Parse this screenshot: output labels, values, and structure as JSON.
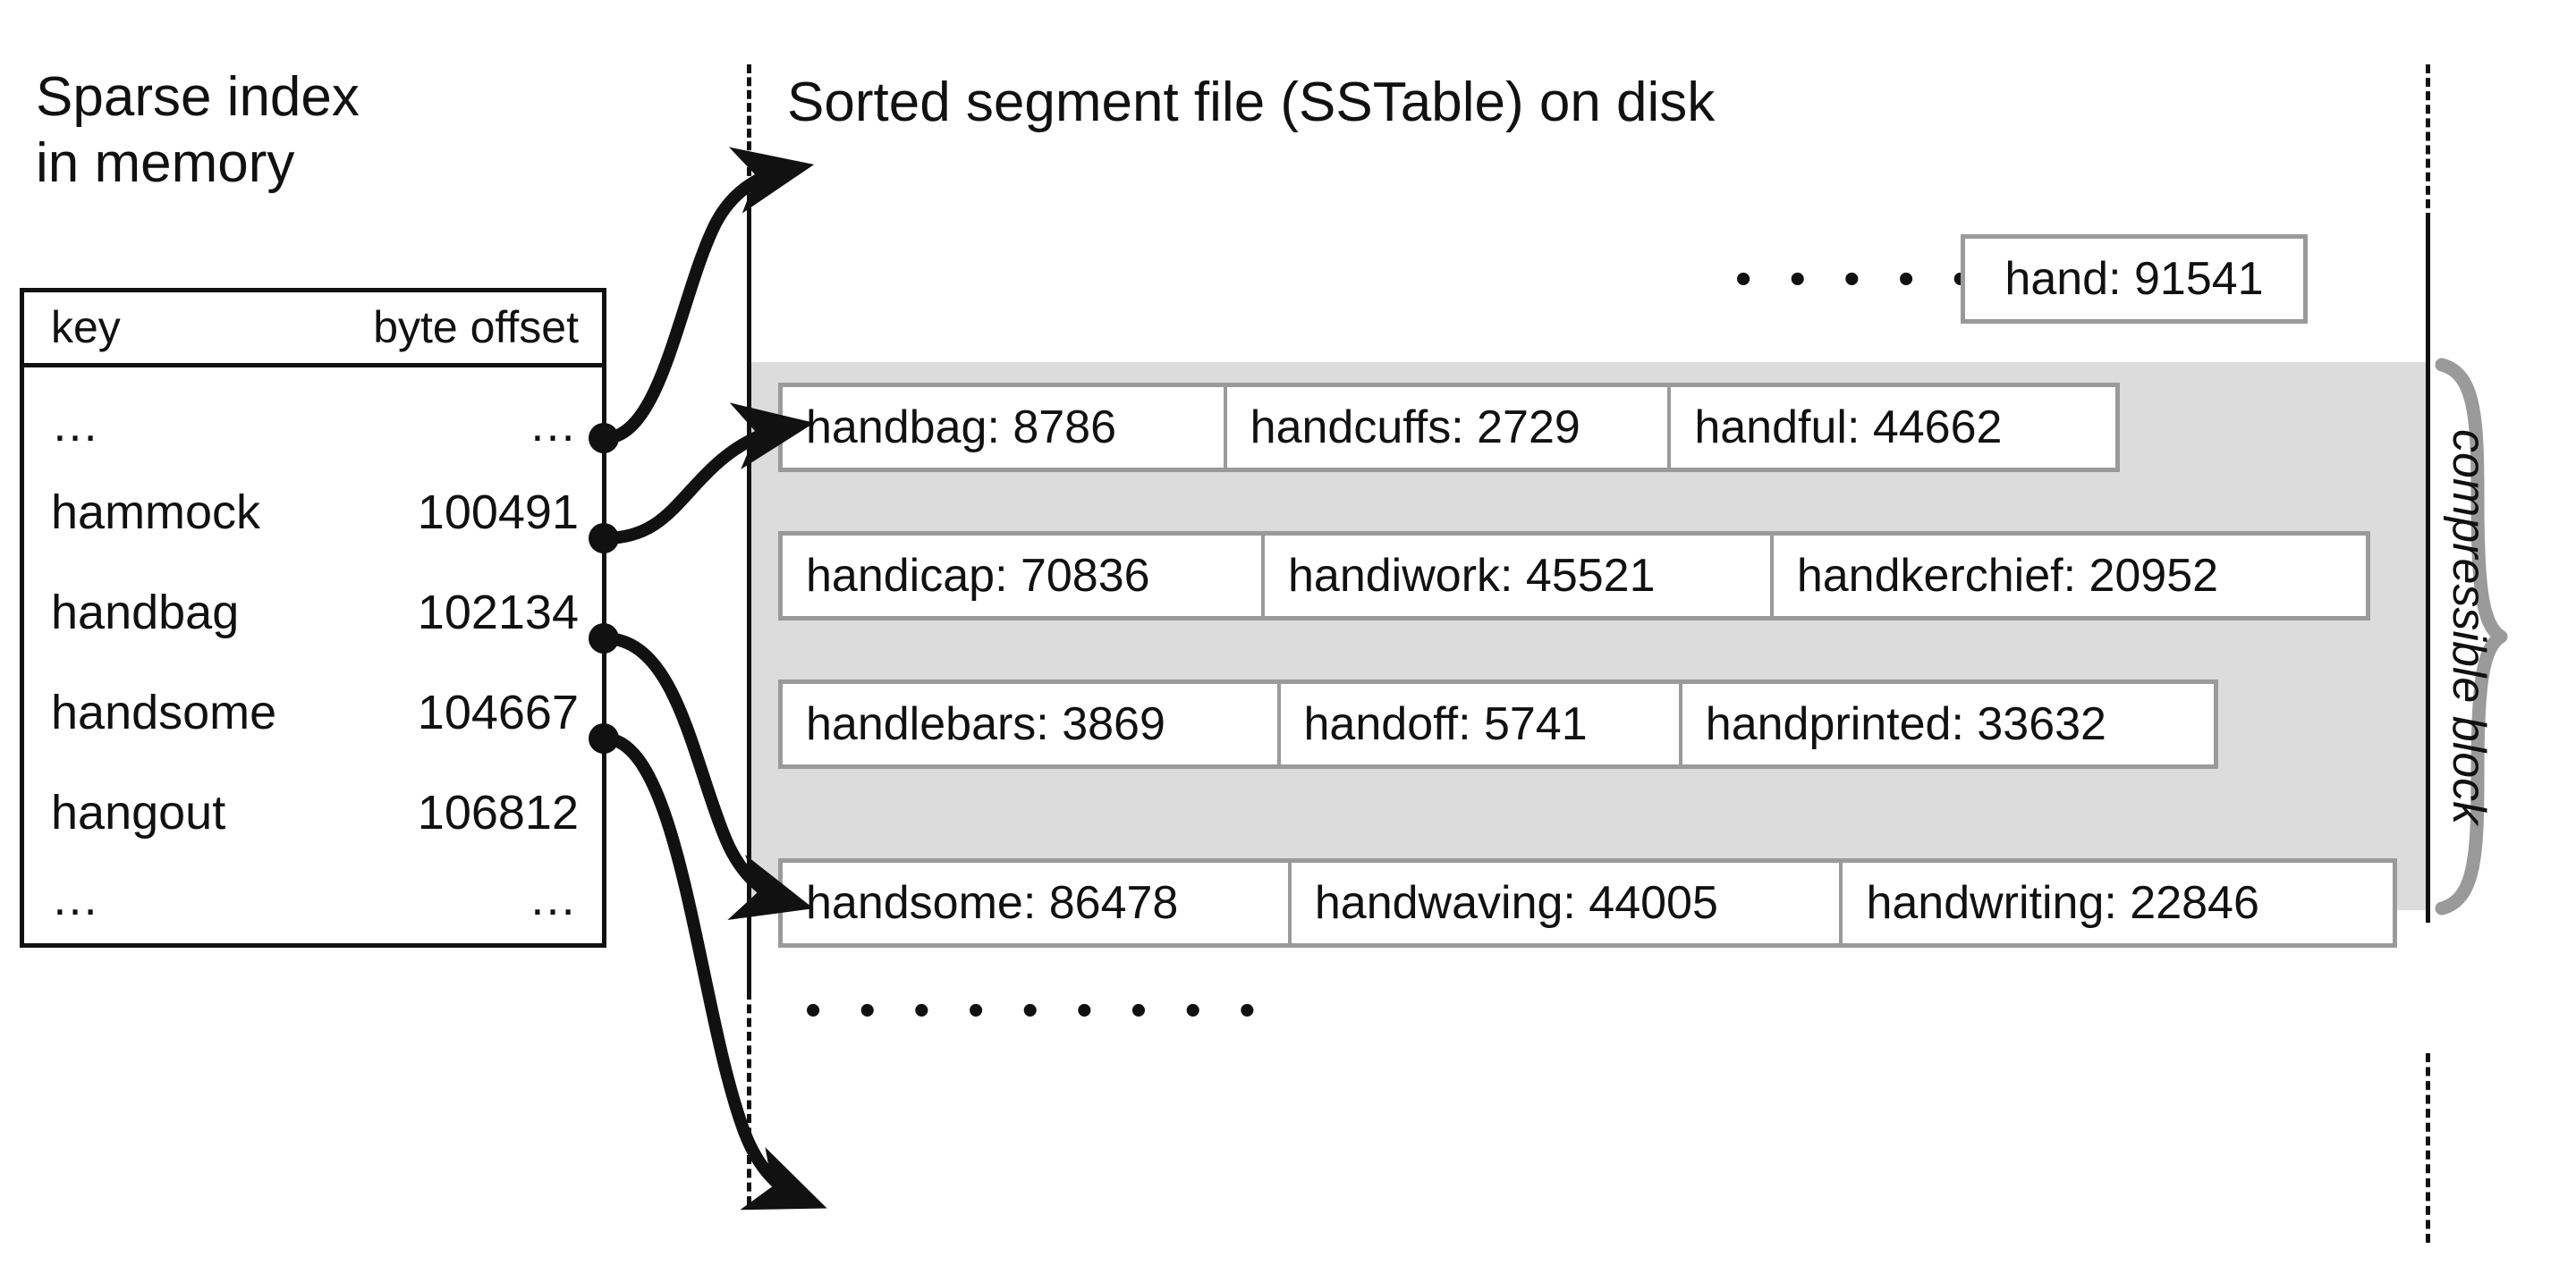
{
  "titles": {
    "sparse_index": "Sparse index\nin memory",
    "sstable": "Sorted segment file (SSTable) on disk"
  },
  "index_table": {
    "headers": {
      "key": "key",
      "offset": "byte offset"
    },
    "rows": [
      {
        "key": "…",
        "offset": "…"
      },
      {
        "key": "hammock",
        "offset": "100491"
      },
      {
        "key": "handbag",
        "offset": "102134"
      },
      {
        "key": "handsome",
        "offset": "104667"
      },
      {
        "key": "hangout",
        "offset": "106812"
      },
      {
        "key": "…",
        "offset": "…"
      }
    ]
  },
  "sstable": {
    "top_ellipsis": "• • • • • • • •",
    "bottom_ellipsis": "• • • • • • • • •",
    "standalone_entry": "hand: 91541",
    "rows": [
      {
        "cells": [
          "handbag: 8786",
          "handcuffs: 2729",
          "handful: 44662"
        ]
      },
      {
        "cells": [
          "handicap: 70836",
          "handiwork: 45521",
          "handkerchief: 20952"
        ]
      },
      {
        "cells": [
          "handlebars: 3869",
          "handoff: 5741",
          "handprinted: 33632"
        ]
      },
      {
        "cells": [
          "handsome: 86478",
          "handwaving: 44005",
          "handwriting: 22846"
        ]
      }
    ]
  },
  "annotations": {
    "compressible_block": "compressible block"
  },
  "colors": {
    "ink": "#111111",
    "block_fill": "#dcdcdc",
    "box_border": "#9a9a9a",
    "brace": "#9a9a9a",
    "page": "#ffffff"
  }
}
